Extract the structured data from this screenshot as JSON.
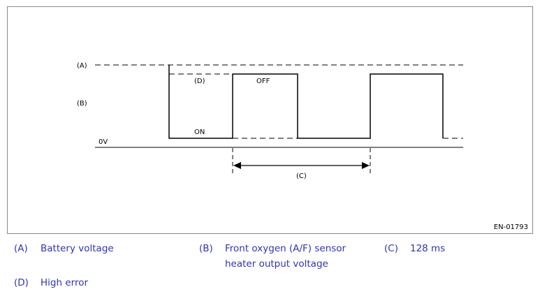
{
  "diagram": {
    "labels": {
      "a": "(A)",
      "b": "(B)",
      "d": "(D)",
      "off": "OFF",
      "on": "ON",
      "zero": "0V",
      "c": "(C)"
    },
    "code": "EN-01793",
    "line_color": "#000000",
    "dash_color": "#000000"
  },
  "legend": {
    "color": "#3333b3",
    "items": [
      {
        "key": "(A)",
        "text": "Battery voltage"
      },
      {
        "key": "(B)",
        "text": "Front oxygen (A/F) sensor",
        "text2": "heater output voltage"
      },
      {
        "key": "(C)",
        "text": "128 ms"
      },
      {
        "key": "(D)",
        "text": "High error"
      }
    ]
  }
}
